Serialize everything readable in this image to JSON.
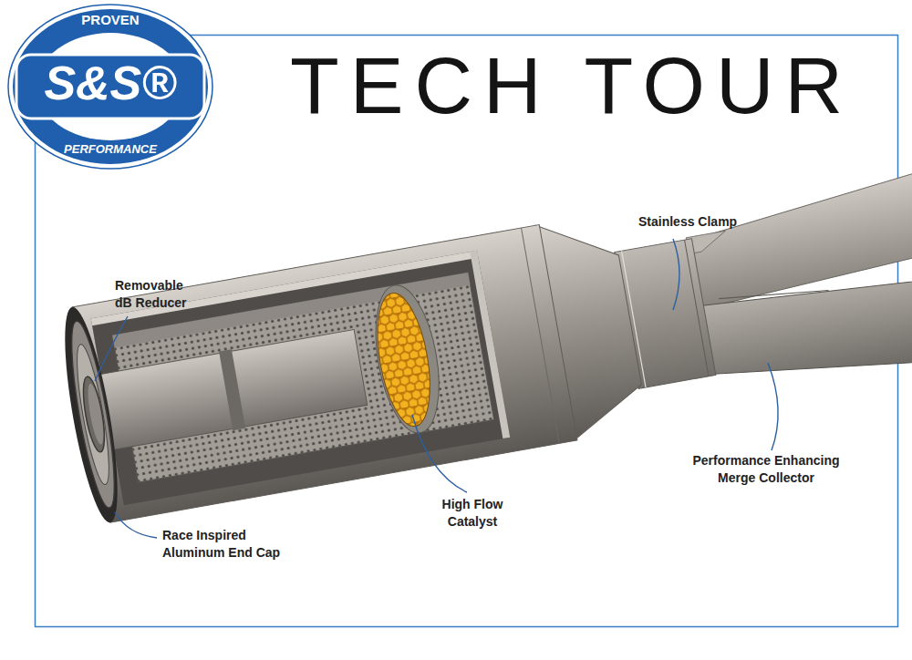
{
  "diagram": {
    "title": "TECH TOUR",
    "nodes": [
      {
        "text": [
          "PROVEN",
          "S&S®",
          "PERFORMANCE"
        ]
      }
    ],
    "labels": [
      "Removable dB Reducer",
      "Race Inspired Aluminum End Cap",
      "High Flow Catalyst",
      "Stainless Clamp",
      "Performance Enhancing Merge Collector"
    ]
  }
}
